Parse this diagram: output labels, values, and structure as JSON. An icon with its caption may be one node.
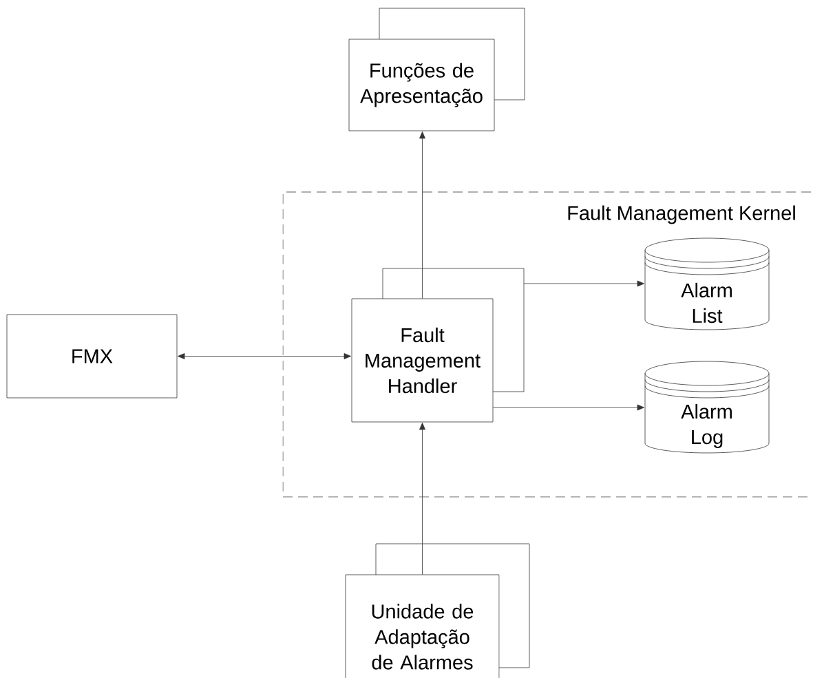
{
  "diagram": {
    "nodes": [
      {
        "text": [
          "Funções de Apresentação"
        ]
      },
      {
        "text": [
          "Fault Management Kernel"
        ]
      },
      {
        "text": [
          "FMX"
        ]
      },
      {
        "text": [
          "Fault Management Handler"
        ],
        "in": 1
      },
      {
        "text": [
          "Alarm List"
        ],
        "in": 1
      },
      {
        "text": [
          "Alarm Log"
        ],
        "in": 1
      },
      {
        "text": [
          "Unidade de Adaptação de Alarmes"
        ]
      }
    ],
    "edges": [
      {
        "from": 3,
        "to": 0,
        "arrow": "to"
      },
      {
        "from": 2,
        "to": 3,
        "arrow": "both"
      },
      {
        "from": 3,
        "to": 4,
        "arrow": "to"
      },
      {
        "from": 3,
        "to": 5,
        "arrow": "to"
      },
      {
        "from": 6,
        "to": 3,
        "arrow": "to"
      }
    ]
  }
}
